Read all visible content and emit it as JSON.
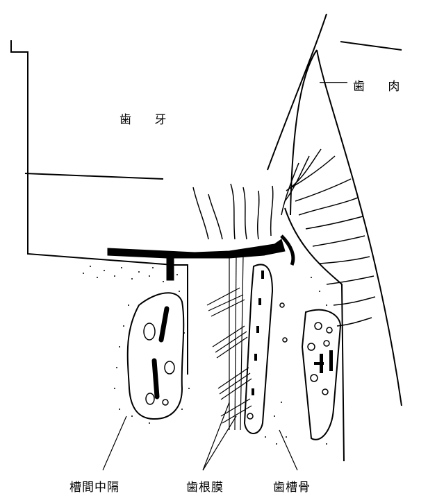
{
  "labels": {
    "tooth": "歯 牙",
    "gingiva": "歯 肉",
    "interdental_septum": "槽間中隔",
    "periodontal_ligament": "歯根膜",
    "alveolar_bone": "歯槽骨"
  }
}
